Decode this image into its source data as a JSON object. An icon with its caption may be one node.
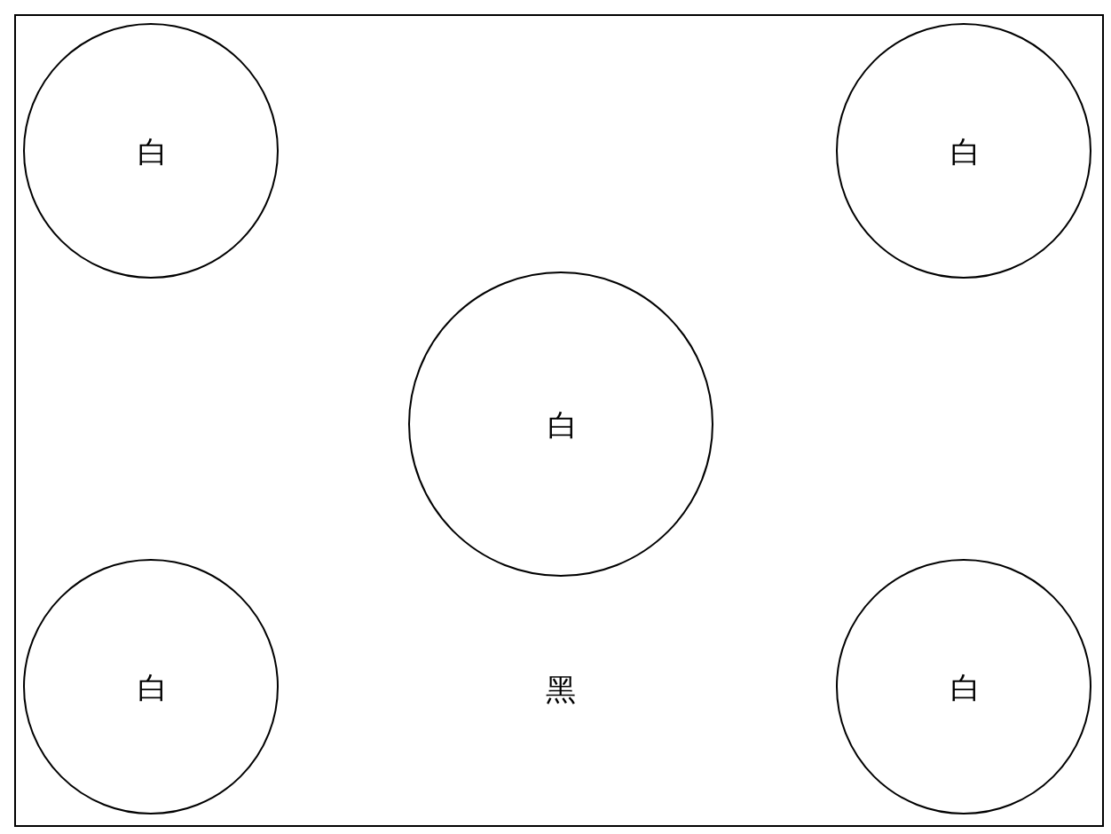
{
  "diagram": {
    "nodes": [
      {
        "text": [
          "黑"
        ]
      },
      {
        "text": [
          "白"
        ],
        "in": 0
      },
      {
        "text": [
          "白"
        ],
        "in": 0
      },
      {
        "text": [
          "白"
        ],
        "in": 0
      },
      {
        "text": [
          "白"
        ],
        "in": 0
      },
      {
        "text": [
          "白"
        ],
        "in": 0
      }
    ],
    "edges": []
  }
}
